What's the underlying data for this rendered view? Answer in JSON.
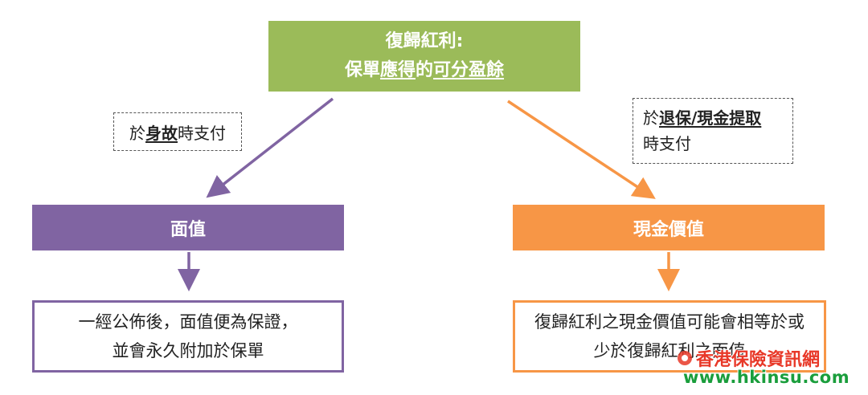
{
  "top": {
    "title": "復歸紅利:",
    "line2_prefix": "保單",
    "line2_u1": "應得",
    "line2_mid": "的",
    "line2_u2": "可分盈餘"
  },
  "note_left": {
    "prefix": "於",
    "bold": "身故",
    "suffix": "時支付"
  },
  "note_right": {
    "prefix": "於",
    "bold": "退保/現金提取",
    "line2": "時支付"
  },
  "left": {
    "header": "面值",
    "desc_line1": "一經公佈後，面值便為保證，",
    "desc_line2": "並會永久附加於保單"
  },
  "right": {
    "header": "現金價值",
    "desc_line1": "復歸紅利之現金價值可能會相等於或",
    "desc_line2": "少於復歸紅利之面值"
  },
  "watermark": {
    "text": "香港保險資訊網",
    "url": "www.hkinsu.com"
  },
  "colors": {
    "green": "#9bbb59",
    "purple": "#8064a2",
    "orange": "#f79646"
  }
}
